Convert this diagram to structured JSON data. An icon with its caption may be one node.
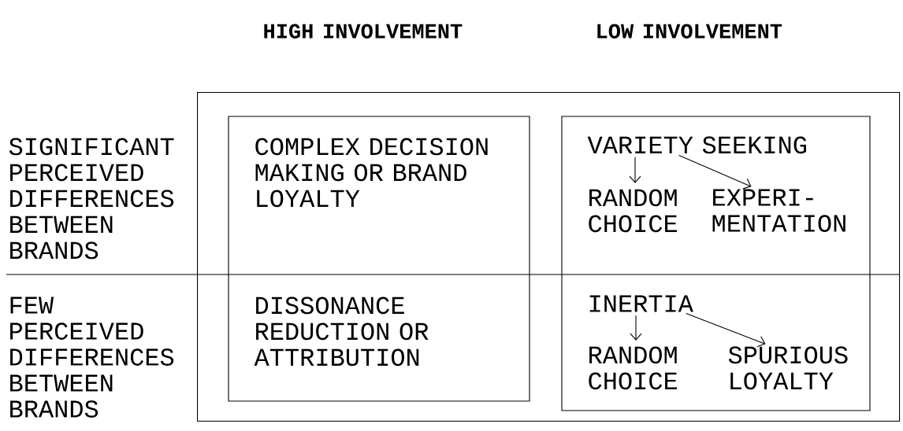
{
  "diagram": {
    "nodes": [
      {
        "text": [],
        "shape": "box"
      },
      {
        "text": [
          "COMPLEX DECISION MAKING OR BRAND LOYALTY"
        ],
        "in": 0
      },
      {
        "text": [
          "VARIETY SEEKING"
        ],
        "in": 0
      },
      {
        "text": [
          "RANDOM CHOICE"
        ],
        "in": 0
      },
      {
        "text": [
          "EXPERI- MENTATION"
        ],
        "in": 0
      },
      {
        "text": [
          "DISSONANCE REDUCTION OR ATTRIBUTION"
        ],
        "in": 0
      },
      {
        "text": [
          "INERTIA"
        ],
        "in": 0
      },
      {
        "text": [
          "RANDOM CHOICE"
        ],
        "in": 0
      },
      {
        "text": [
          "SPURIOUS LOYALTY"
        ],
        "in": 0
      }
    ],
    "edges": [
      {
        "from": 2,
        "to": 3,
        "arrow": "to"
      },
      {
        "from": 2,
        "to": 4,
        "arrow": "to"
      },
      {
        "from": 6,
        "to": 7,
        "arrow": "to"
      },
      {
        "from": 6,
        "to": 8,
        "arrow": "to"
      }
    ],
    "labels": [
      "HIGH INVOLVEMENT",
      "LOW INVOLVEMENT",
      "SIGNIFICANT PERCEIVED DIFFERENCES BETWEEN BRANDS",
      "FEW PERCEIVED DIFFERENCES BETWEEN BRANDS"
    ]
  }
}
